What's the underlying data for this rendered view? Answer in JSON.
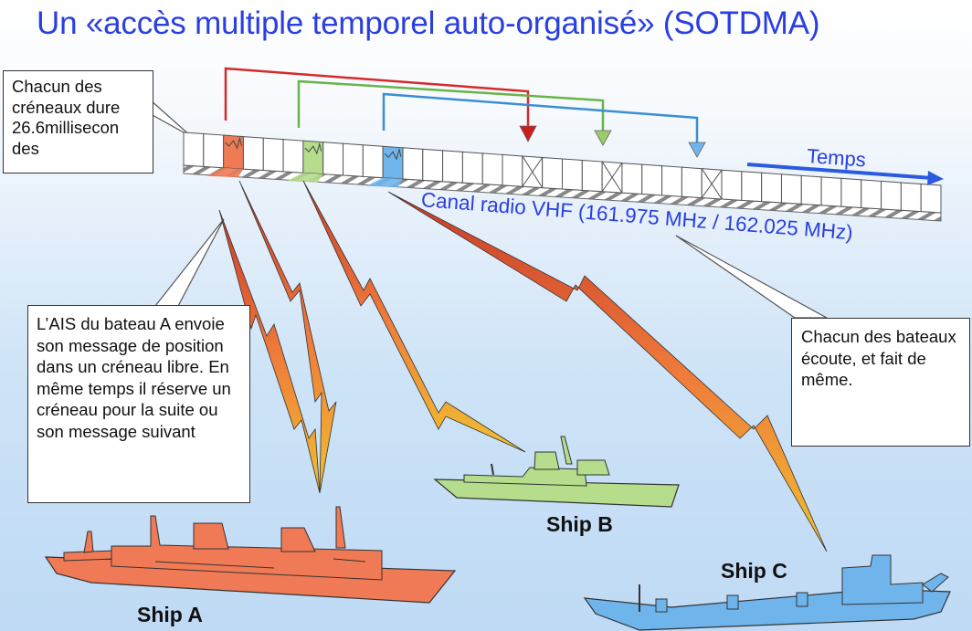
{
  "title": "Un «accès multiple temporel auto-organisé» (SOTDMA)",
  "callouts": {
    "slots": "Chacun des créneaux dure 26.6millisecon des",
    "ship_a": "L’AIS du bateau A envoie son message de position dans un créneau libre.  En même temps il réserve un créneau pour la suite ou son message suivant",
    "all_ships": "Chacun des bateaux écoute, et fait de même."
  },
  "labels": {
    "time": "Temps",
    "channel": "Canal radio VHF (161.975 MHz / 162.025 MHz)"
  },
  "ships": [
    {
      "name": "Ship A",
      "color": "#ef7a55"
    },
    {
      "name": "Ship B",
      "color": "#b5dd8c"
    },
    {
      "name": "Ship C",
      "color": "#6fb5ec"
    }
  ],
  "reservations": [
    {
      "ship": "Ship A",
      "color": "#d42a2a"
    },
    {
      "ship": "Ship B",
      "color": "#67b54a"
    },
    {
      "ship": "Ship C",
      "color": "#3a8fd4"
    }
  ],
  "colors": {
    "title": "#2a3fe0",
    "time_arrow": "#2a5ae0"
  }
}
